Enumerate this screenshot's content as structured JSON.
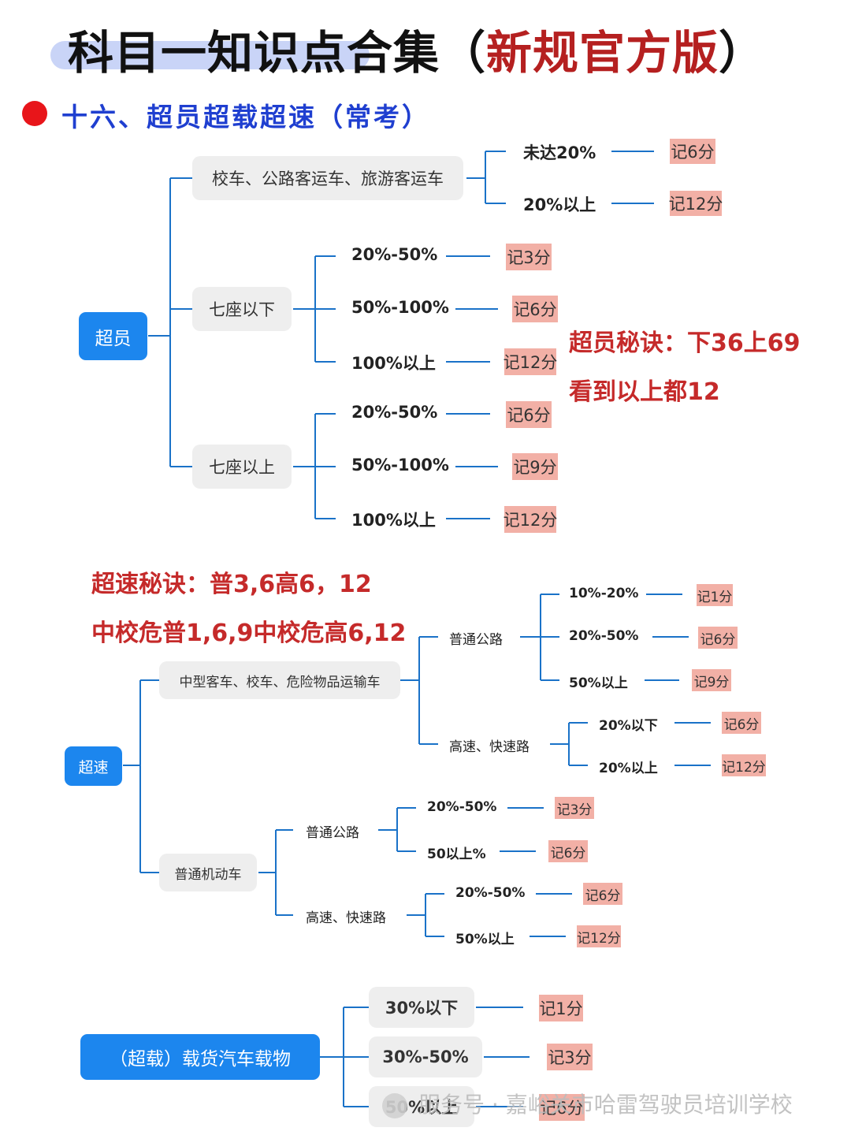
{
  "title": {
    "main": "科目一知识点合集（",
    "highlight": "新规官方版",
    "end": "）"
  },
  "section_heading": "十六、超员超载超速（常考）",
  "overload_people": {
    "root": "超员",
    "bus": {
      "label": "校车、公路客运车、旅游客运车",
      "items": [
        {
          "range": "未达20%",
          "points": "记6分"
        },
        {
          "range": "20%以上",
          "points": "记12分"
        }
      ]
    },
    "under7": {
      "label": "七座以下",
      "items": [
        {
          "range": "20%-50%",
          "points": "记3分"
        },
        {
          "range": "50%-100%",
          "points": "记6分"
        },
        {
          "range": "100%以上",
          "points": "记12分"
        }
      ]
    },
    "over7": {
      "label": "七座以上",
      "items": [
        {
          "range": "20%-50%",
          "points": "记6分"
        },
        {
          "range": "50%-100%",
          "points": "记9分"
        },
        {
          "range": "100%以上",
          "points": "记12分"
        }
      ]
    },
    "tip_line1": "超员秘诀：下36上69",
    "tip_line2": "看到以上都12"
  },
  "speeding": {
    "tip_line1": "超速秘诀：普3,6高6，12",
    "tip_line2": "中校危普1,6,9中校危高6,12",
    "root": "超速",
    "medium": {
      "label": "中型客车、校车、危险物品运输车",
      "normal_road": {
        "label": "普通公路",
        "items": [
          {
            "range": "10%-20%",
            "points": "记1分"
          },
          {
            "range": "20%-50%",
            "points": "记6分"
          },
          {
            "range": "50%以上",
            "points": "记9分"
          }
        ]
      },
      "highway": {
        "label": "高速、快速路",
        "items": [
          {
            "range": "20%以下",
            "points": "记6分"
          },
          {
            "range": "20%以上",
            "points": "记12分"
          }
        ]
      }
    },
    "regular": {
      "label": "普通机动车",
      "normal_road": {
        "label": "普通公路",
        "items": [
          {
            "range": "20%-50%",
            "points": "记3分"
          },
          {
            "range": "50以上%",
            "points": "记6分"
          }
        ]
      },
      "highway": {
        "label": "高速、快速路",
        "items": [
          {
            "range": "20%-50%",
            "points": "记6分"
          },
          {
            "range": "50%以上",
            "points": "记12分"
          }
        ]
      }
    }
  },
  "overload_cargo": {
    "root": "（超载）载货汽车载物",
    "items": [
      {
        "range": "30%以下",
        "points": "记1分"
      },
      {
        "range": "30%-50%",
        "points": "记3分"
      },
      {
        "range": "50%以上",
        "points": "记6分"
      }
    ]
  },
  "watermark": "服务号 · 嘉峪关市哈雷驾驶员培训学校"
}
